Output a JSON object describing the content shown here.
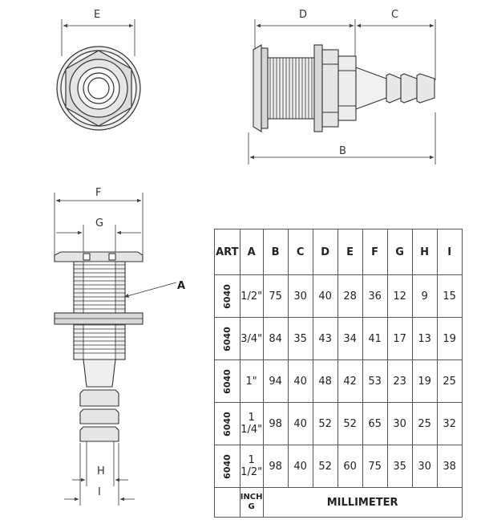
{
  "drawing": {
    "dimension_labels": {
      "E": "E",
      "D": "D",
      "C": "C",
      "B": "B",
      "F": "F",
      "G": "G",
      "A": "A",
      "H": "H",
      "I": "I"
    }
  },
  "table": {
    "headers": [
      "ART",
      "A",
      "B",
      "C",
      "D",
      "E",
      "F",
      "G",
      "H",
      "I"
    ],
    "rows": [
      {
        "art": "6040",
        "size": "1/2\"",
        "values": [
          "75",
          "30",
          "40",
          "28",
          "36",
          "12",
          "9",
          "15"
        ]
      },
      {
        "art": "6040",
        "size": "3/4\"",
        "values": [
          "84",
          "35",
          "43",
          "34",
          "41",
          "17",
          "13",
          "19"
        ]
      },
      {
        "art": "6040",
        "size": "1\"",
        "values": [
          "94",
          "40",
          "48",
          "42",
          "53",
          "23",
          "19",
          "25"
        ]
      },
      {
        "art": "6040",
        "size_line1": "1",
        "size_line2": "1/4\"",
        "values": [
          "98",
          "40",
          "52",
          "52",
          "65",
          "30",
          "25",
          "32"
        ]
      },
      {
        "art": "6040",
        "size_line1": "1",
        "size_line2": "1/2\"",
        "values": [
          "98",
          "40",
          "52",
          "60",
          "75",
          "35",
          "30",
          "38"
        ]
      }
    ],
    "footer": {
      "inch_line1": "INCH",
      "inch_line2": "G",
      "millimeter": "MILLIMETER"
    }
  }
}
